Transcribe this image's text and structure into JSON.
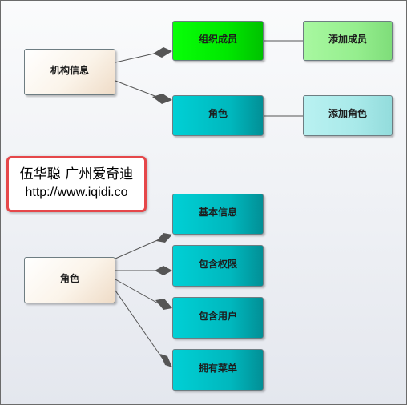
{
  "diagram1": {
    "root": "机构信息",
    "children": [
      "组织成员",
      "角色"
    ],
    "actions": [
      "添加成员",
      "添加角色"
    ]
  },
  "diagram2": {
    "root": "角色",
    "children": [
      "基本信息",
      "包含权限",
      "包含用户",
      "拥有菜单"
    ]
  },
  "watermark": {
    "name": "伍华聪 广州爱奇迪",
    "url": "http://www.iqidi.co"
  },
  "colors": {
    "teal": "#00c2c8",
    "green": "#00ee00",
    "light_green": "#98f090",
    "light_cyan": "#a8eaea",
    "cream": "#fbf3e8",
    "watermark_border": "#e5474a",
    "connector": "#555555"
  }
}
